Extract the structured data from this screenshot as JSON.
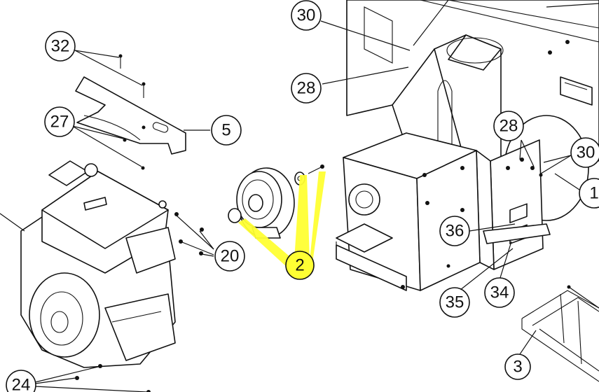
{
  "colors": {
    "highlight": "#ffff33",
    "line": "#111111",
    "background": "#ffffff"
  },
  "callouts": [
    {
      "id": "c32",
      "label": "32"
    },
    {
      "id": "c27",
      "label": "27"
    },
    {
      "id": "c5",
      "label": "5"
    },
    {
      "id": "c20",
      "label": "20"
    },
    {
      "id": "c24",
      "label": "24"
    },
    {
      "id": "c30a",
      "label": "30"
    },
    {
      "id": "c28a",
      "label": "28"
    },
    {
      "id": "c2",
      "label": "2",
      "highlighted": true
    },
    {
      "id": "c28b",
      "label": "28"
    },
    {
      "id": "c30b",
      "label": "30"
    },
    {
      "id": "c1",
      "label": "1"
    },
    {
      "id": "c36",
      "label": "36"
    },
    {
      "id": "c35",
      "label": "35"
    },
    {
      "id": "c34",
      "label": "34"
    },
    {
      "id": "c3",
      "label": "3"
    }
  ]
}
